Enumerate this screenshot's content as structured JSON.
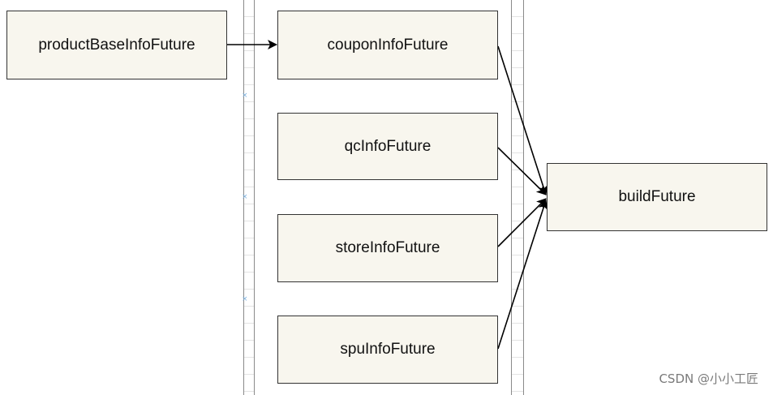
{
  "nodes": {
    "productBase": {
      "label": "productBaseInfoFuture"
    },
    "coupon": {
      "label": "couponInfoFuture"
    },
    "qc": {
      "label": "qcInfoFuture"
    },
    "store": {
      "label": "storeInfoFuture"
    },
    "spu": {
      "label": "spuInfoFuture"
    },
    "build": {
      "label": "buildFuture"
    }
  },
  "edges": [
    {
      "from": "productBaseInfoFuture",
      "to": "couponInfoFuture"
    },
    {
      "from": "couponInfoFuture",
      "to": "buildFuture"
    },
    {
      "from": "qcInfoFuture",
      "to": "buildFuture"
    },
    {
      "from": "storeInfoFuture",
      "to": "buildFuture"
    },
    {
      "from": "spuInfoFuture",
      "to": "buildFuture"
    }
  ],
  "colors": {
    "node_fill": "#f8f6ee",
    "node_border": "#333333",
    "edge": "#000000",
    "guide_marker": "#7fb3e0"
  },
  "watermark": {
    "text": "CSDN @小小工匠"
  }
}
